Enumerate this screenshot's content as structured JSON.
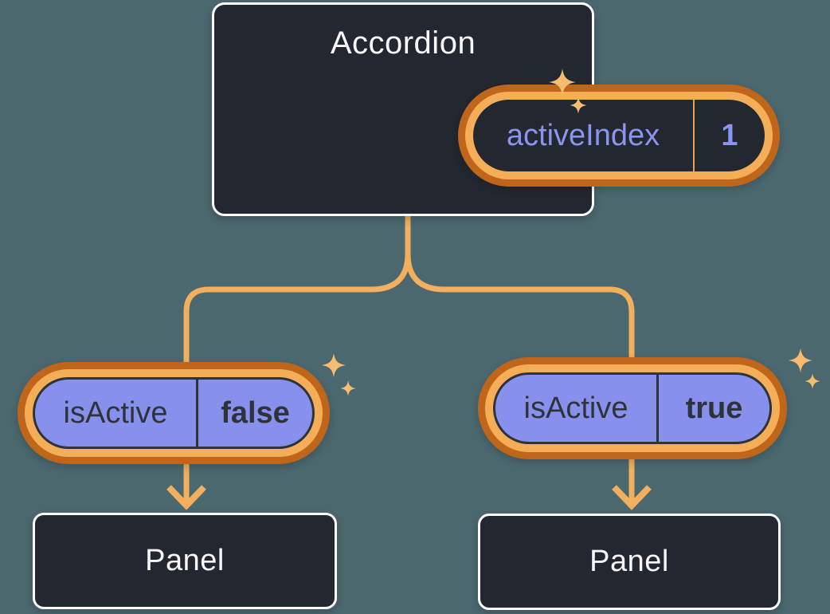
{
  "background_color": "#4C686F",
  "palette": {
    "canvas_bg": "#4C686F",
    "node_bg": "#23272F",
    "node_border": "#FFFFFF",
    "ring_dark": "#C0661A",
    "ring_light": "#F5AE58",
    "connector": "#F2AF5D",
    "sparkle": "#F7BC70",
    "divider_orange": "#E8A34C",
    "pill_purple": "#8890EE",
    "text_purple": "#8B94F0",
    "text_dark": "#2E333A",
    "text_light": "#F6F7F9"
  },
  "accordion": {
    "title": "Accordion",
    "state": {
      "name": "activeIndex",
      "value": "1"
    }
  },
  "children": [
    {
      "prop": {
        "name": "isActive",
        "value": "false"
      },
      "panel_label": "Panel"
    },
    {
      "prop": {
        "name": "isActive",
        "value": "true"
      },
      "panel_label": "Panel"
    }
  ],
  "icons": {
    "sparkle": "sparkle-icon"
  }
}
